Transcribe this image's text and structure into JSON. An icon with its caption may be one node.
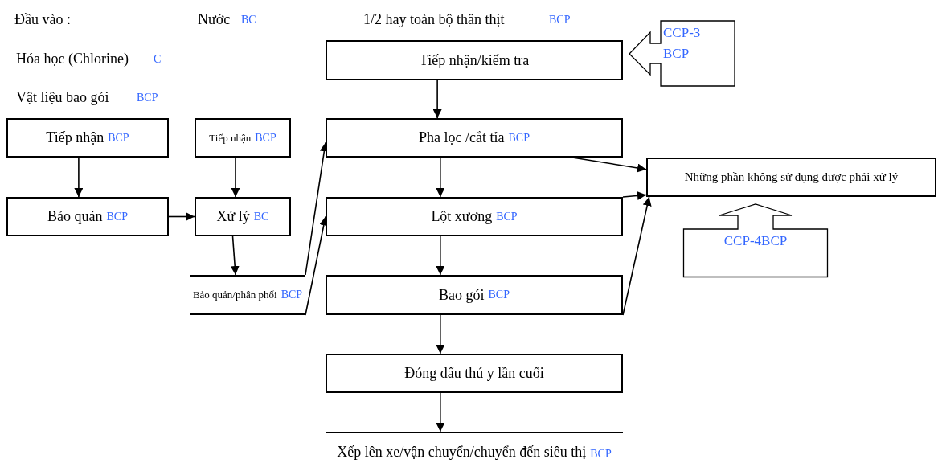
{
  "diagram": {
    "nodes": [
      {
        "text": [
          "Tiếp nhận/kiểm tra"
        ]
      },
      {
        "text": [
          "Pha lọc /cắt tỉa",
          "BCP"
        ]
      },
      {
        "text": [
          "Lột xương",
          "BCP"
        ]
      },
      {
        "text": [
          "Bao gói",
          "BCP"
        ]
      },
      {
        "text": [
          "Đóng dấu thú y lần cuối"
        ]
      },
      {
        "text": [
          "Xếp lên xe/vận chuyển/chuyển đến siêu thị",
          "BCP"
        ]
      },
      {
        "text": [
          "Tiếp nhận",
          "BCP"
        ]
      },
      {
        "text": [
          "Bảo quản",
          "BCP"
        ]
      },
      {
        "text": [
          "Tiếp nhận",
          "BCP"
        ]
      },
      {
        "text": [
          "Xử lý",
          "BC"
        ]
      },
      {
        "text": [
          "Bảo quản/phân phối",
          "BCP"
        ]
      },
      {
        "text": [
          "Những phần không sử dụng được phải xử lý"
        ]
      },
      {
        "text": [
          "CCP-3",
          "BCP"
        ]
      },
      {
        "text": [
          "CCP-4BCP"
        ]
      }
    ],
    "edges": [
      {
        "from": 0,
        "to": 1,
        "arrow": "to"
      },
      {
        "from": 1,
        "to": 2,
        "arrow": "to"
      },
      {
        "from": 2,
        "to": 3,
        "arrow": "to"
      },
      {
        "from": 3,
        "to": 4,
        "arrow": "to"
      },
      {
        "from": 4,
        "to": 5,
        "arrow": "to"
      },
      {
        "from": 6,
        "to": 7,
        "arrow": "to"
      },
      {
        "from": 8,
        "to": 9,
        "arrow": "to"
      },
      {
        "from": 7,
        "to": 9,
        "arrow": "to"
      },
      {
        "from": 9,
        "to": 10,
        "arrow": "to"
      },
      {
        "from": 10,
        "to": 1,
        "arrow": "to"
      },
      {
        "from": 10,
        "to": 2,
        "arrow": "to"
      },
      {
        "from": 1,
        "to": 11,
        "arrow": "to"
      },
      {
        "from": 2,
        "to": 11,
        "arrow": "to"
      },
      {
        "from": 3,
        "to": 11,
        "arrow": "to"
      }
    ],
    "labels": [
      "Đầu vào :",
      "Nước",
      "BC",
      "1/2 hay toàn bộ thân thịt",
      "BCP",
      "Hóa học (Chlorine)",
      "C",
      "Vật liệu bao gói",
      "BCP"
    ]
  }
}
